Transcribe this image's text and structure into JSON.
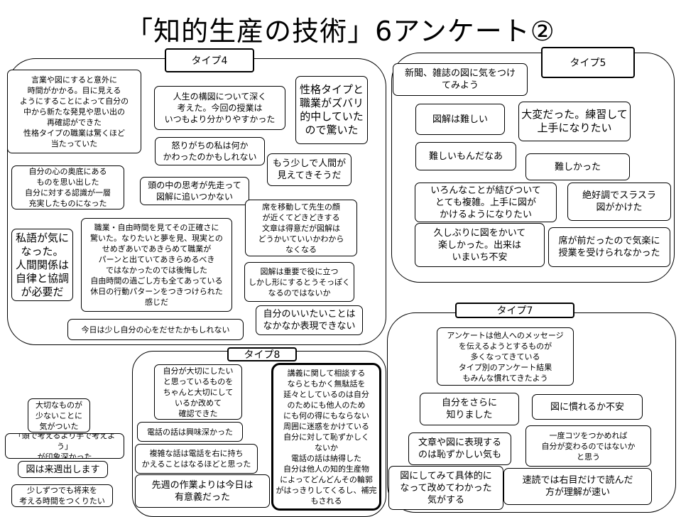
{
  "title": "「知的生産の技術」6アンケート②",
  "labels": {
    "type4": "タイプ4",
    "type5": "タイプ5",
    "type7": "タイプ7",
    "type8": "タイプ8"
  },
  "comments": {
    "t4_1": "言業や図にすると意外に\n時間がかかる。目に見える\nようにすることによって自分の\n中から新たな発見や思い出の\n再確認ができた\n性格タイプの職業は驚くほど\n当たっていた",
    "t4_2": "自分の心の奥底にある\nものを思い出した\n自分に対する認識が一層\n充実したものになった",
    "t4_3": "私語が気に\nなった。\n人間関係は\n自律と協調\nが必要だ",
    "t4_4": "職業・自由時間を見てその正確さに\n驚いた。なりたいと夢を見、現実との\nせめぎあいであきらめて職業が\nパーンと出ていてあきらめるべき\nではなかったのでは後悔した\n自由時間の過ごし方も全てあっている\n休日の行動パターンをつきつけられた\n感じだ",
    "t4_5": "人生の構図について深く\n考えた。今回の授業は\nいつもより分かりやすかった",
    "t4_6": "怒りがちの私は何か\nかわったのかもしれない",
    "t4_7": "頭の中の思考が先走って\n図解に追いつかない",
    "t4_8": "性格タイプと\n職業がズバリ\n的中していた\nので驚いた",
    "t4_9": "もう少しで人間が\n見えてきそうだ",
    "t4_10": "席を移動して先生の顔\nが近くてどきどきする\n文章は得意だが図解は\nどうかいていいかわから\nなくなる",
    "t4_11": "図解は重要で役に立つ\nしかし形にするとうそっぽく\nなるのではないか",
    "t4_12": "自分のいいたいことは\nなかなか表現できない",
    "t4_13": "今日は少し自分の心をだせたかもしれない",
    "t5_1": "新聞、雑誌の図に気をつけ\nてみよう",
    "t5_2": "図解は難しい",
    "t5_3": "大変だった。練習して\n上手になりたい",
    "t5_4": "難しいもんだなあ",
    "t5_5": "難しかった",
    "t5_6": "いろんなことが結びついて\nとても複雑。上手に図が\nかけるようになりたい",
    "t5_7": "絶好調でスラスラ\n図がかけた",
    "t5_8": "久しぶりに図をかいて\n楽しかった。出来は\nいまいち不安",
    "t5_9": "席が前だったので気楽に\n授業を受けられなかった",
    "t7_1": "アンケートは他人へのメッセージ\nを伝えるようとするものが\n多くなってきている\nタイプ別のアンケート結果\nもみんな慣れてきたよう",
    "t7_2": "自分をさらに\n知りました",
    "t7_3": "図に慣れるか不安",
    "t7_4": "文章や図に表現する\nのは恥ずかしい気も",
    "t7_5": "一度コツをつかめれば\n自分が変わるのではないか\nと思う",
    "t7_6": "図にしてみて具体的に\nなって改めてわかった\n気がする",
    "t7_7": "速読では右目だけで読んだ\n方が理解が速い",
    "t8_1": "自分が大切にしたい\nと思っているものを\nちゃんと大切にして\nいるか改めて\n確認できた",
    "t8_2": "電話の話は興味深かった",
    "t8_3": "複雑な話は電話を右に持ち\nかえることはなるほどと思った",
    "t8_4": "先週の作業よりは今日は\n有意義だった",
    "t8_5": "講義に関して相談する\nならともかく無駄話を\n延々としているのは自分\nのためにも他人のため\nにも何の得にもならない\n周囲に迷惑をかけている\n自分に対して恥ずかしく\nないか\n電話の話は納得した\n自分は他人の知的生産物\nによってどんどんその輪郭\nがはっきりしてくるし、補完\nもされる",
    "o_1": "大切なものが\n少ないことに\n気がついた",
    "o_2": "「頭で考えるより手で考えよう」\nが印象深かった",
    "o_3": "図は来週出します",
    "o_4": "少しずつでも将来を\n考える時間をつくりたい"
  }
}
